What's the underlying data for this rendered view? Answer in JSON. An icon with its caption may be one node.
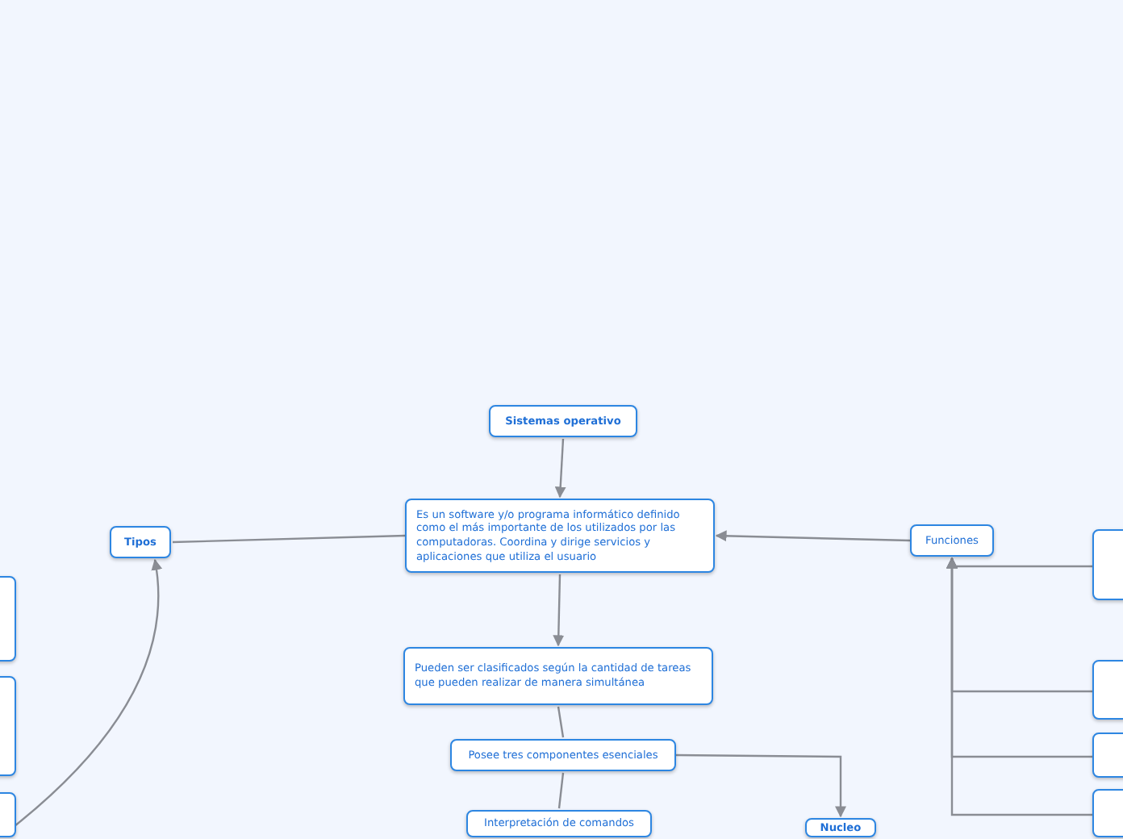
{
  "diagram": {
    "nodes": [
      {
        "text": [
          "Sistemas operativo"
        ]
      },
      {
        "text": [
          "Es un software y/o programa informático definido como el más importante de los utilizados por las computadoras. Coordina y dirige servicios y aplicaciones que utiliza el usuario"
        ]
      },
      {
        "text": [
          "Tipos"
        ]
      },
      {
        "text": [
          "Funciones"
        ]
      },
      {
        "text": [
          "Pueden ser clasificados según la cantidad de tareas que pueden realizar de manera simultánea"
        ]
      },
      {
        "text": [
          "Posee tres componentes esenciales"
        ]
      },
      {
        "text": [
          "Interpretación de comandos"
        ]
      },
      {
        "text": [
          "Nucleo"
        ]
      },
      {
        "text": [],
        "shape": "box"
      },
      {
        "text": [],
        "shape": "box"
      },
      {
        "text": [],
        "shape": "box"
      },
      {
        "text": [],
        "shape": "box"
      },
      {
        "text": [],
        "shape": "box"
      },
      {
        "text": [],
        "shape": "box"
      },
      {
        "text": [],
        "shape": "box"
      }
    ],
    "edges": [
      {
        "from": 0,
        "to": 1,
        "arrow": "to"
      },
      {
        "from": 3,
        "to": 1,
        "arrow": "to"
      },
      {
        "from": 1,
        "to": 2,
        "arrow": "none"
      },
      {
        "from": 1,
        "to": 4,
        "arrow": "to"
      },
      {
        "from": 4,
        "to": 5,
        "arrow": "none"
      },
      {
        "from": 5,
        "to": 6,
        "arrow": "none"
      },
      {
        "from": 5,
        "to": 7,
        "arrow": "to"
      },
      {
        "from": 10,
        "to": 2,
        "arrow": "to"
      },
      {
        "from": 11,
        "to": 3,
        "arrow": "to"
      },
      {
        "from": 12,
        "to": 3,
        "arrow": "to"
      },
      {
        "from": 13,
        "to": 3,
        "arrow": "to"
      },
      {
        "from": 14,
        "to": 3,
        "arrow": "to"
      }
    ]
  }
}
